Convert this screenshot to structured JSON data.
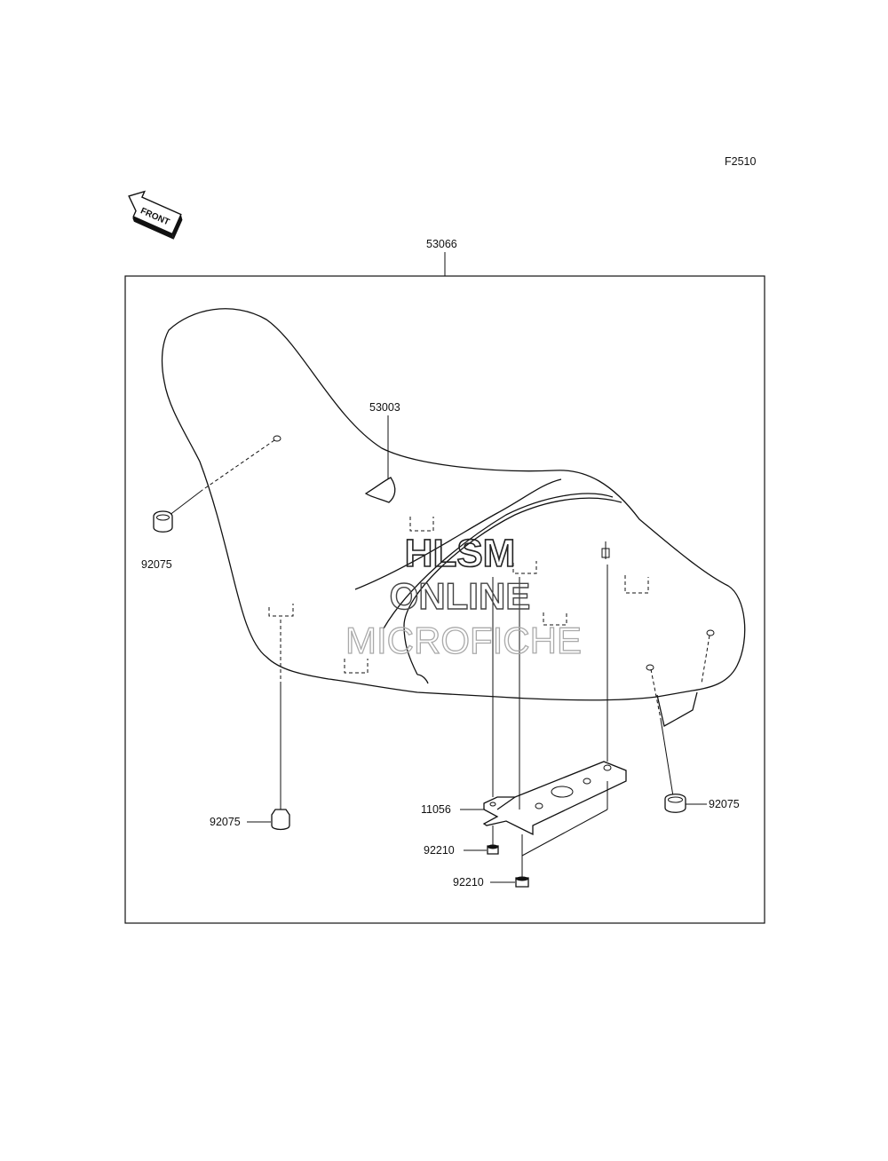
{
  "figure_code": "F2510",
  "direction_badge": "FRONT",
  "assembly_part_number": "53066",
  "parts": {
    "seat_pad": "53003",
    "damper_upper_left": "92075",
    "damper_lower_left": "92075",
    "damper_right": "92075",
    "bracket": "11056",
    "nut_upper": "92210",
    "nut_lower": "92210"
  },
  "watermark": {
    "line1": "HLSM",
    "line2": "ONLINE",
    "line3": "MICROFICHE"
  }
}
